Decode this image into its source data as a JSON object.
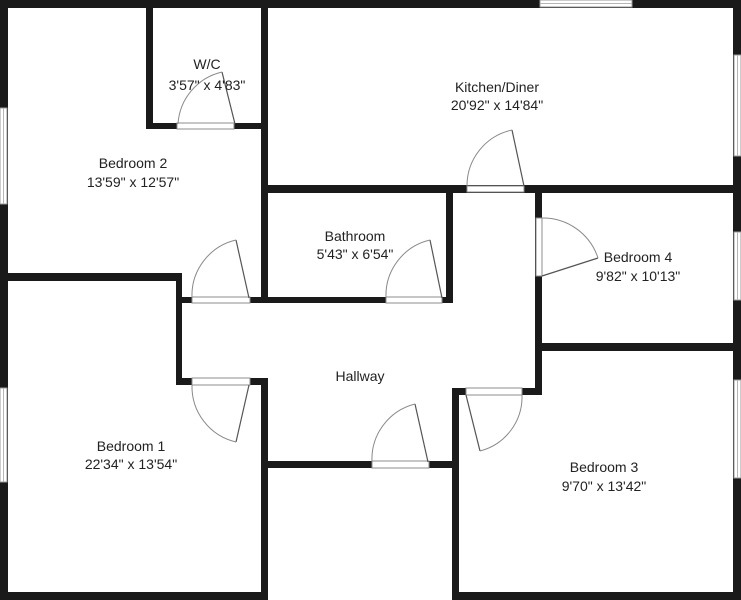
{
  "rooms": [
    {
      "id": "wc",
      "name": "W/C",
      "dims": "3'57\" x 4'83\""
    },
    {
      "id": "kitchen-diner",
      "name": "Kitchen/Diner",
      "dims": "20'92\" x 14'84\""
    },
    {
      "id": "bedroom-2",
      "name": "Bedroom 2",
      "dims": "13'59\" x 12'57\""
    },
    {
      "id": "bathroom",
      "name": "Bathroom",
      "dims": "5'43\" x 6'54\""
    },
    {
      "id": "bedroom-4",
      "name": "Bedroom 4",
      "dims": "9'82\" x 10'13\""
    },
    {
      "id": "hallway",
      "name": "Hallway",
      "dims": ""
    },
    {
      "id": "bedroom-1",
      "name": "Bedroom 1",
      "dims": "22'34\" x 13'54\""
    },
    {
      "id": "bedroom-3",
      "name": "Bedroom 3",
      "dims": "9'70\" x 13'42\""
    }
  ]
}
